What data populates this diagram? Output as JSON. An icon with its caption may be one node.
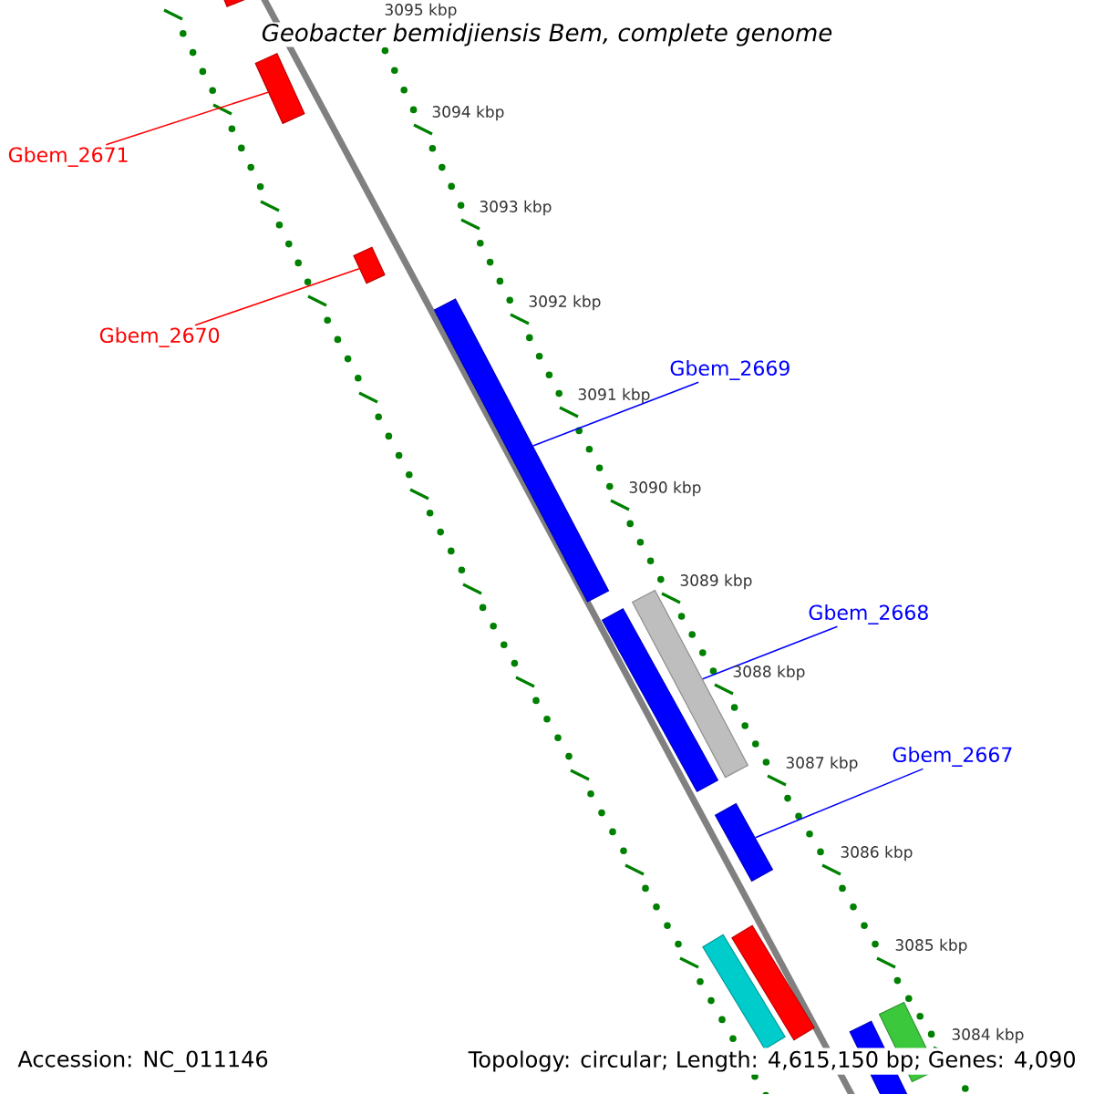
{
  "diagram": {
    "title": "*Geobacter bemidjiensis* Bem, complete genome",
    "nodes": [
      {
        "text": [],
        "shape": "bar"
      },
      {
        "text": [],
        "shape": "bar"
      },
      {
        "text": [
          "Gbem_2671"
        ]
      },
      {
        "text": [],
        "shape": "bar"
      },
      {
        "text": [
          "Gbem_2670"
        ]
      },
      {
        "text": [],
        "shape": "bar"
      },
      {
        "text": [
          "Gbem_2669"
        ]
      },
      {
        "text": [],
        "shape": "bar"
      },
      {
        "text": [],
        "shape": "bar"
      },
      {
        "text": [
          "Gbem_2668"
        ]
      },
      {
        "text": [
          "Gbem_2667"
        ]
      },
      {
        "text": [],
        "shape": "bar"
      },
      {
        "text": [],
        "shape": "bar"
      },
      {
        "text": [],
        "shape": "bar"
      },
      {
        "text": [],
        "shape": "bar"
      },
      {
        "text": [],
        "shape": "bar"
      }
    ],
    "edges": [
      {
        "from": 2,
        "to": 1,
        "arrow": "none",
        "color": "#ff0000"
      },
      {
        "from": 4,
        "to": 3,
        "arrow": "none",
        "color": "#ff0000"
      },
      {
        "from": 6,
        "to": 5,
        "arrow": "none"
      },
      {
        "from": 9,
        "to": 7,
        "arrow": "none"
      },
      {
        "from": 10,
        "to": 11,
        "arrow": "none"
      }
    ],
    "labels": [
      "3095 kbp",
      "3094 kbp",
      "3093 kbp",
      "3092 kbp",
      "3091 kbp",
      "3090 kbp",
      "3089 kbp",
      "3088 kbp",
      "3087 kbp",
      "3086 kbp",
      "3085 kbp",
      "3084 kbp",
      "Accession: NC_011146",
      "Topology: circular; Length: 4,615,150 bp; Genes: 4,090"
    ]
  }
}
